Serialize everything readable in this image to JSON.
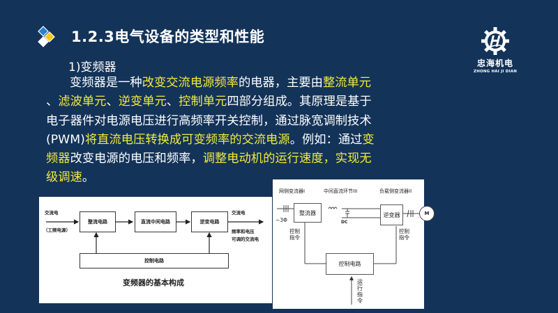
{
  "slide": {
    "title": "1.2.3电气设备的类型和性能",
    "title_icon": "diamond-cluster-icon",
    "colors": {
      "background": "#133359",
      "text": "#ffffff",
      "highlight": "#f2ea3a",
      "icon_blue": "#2a7fd0",
      "icon_yellow": "#f5c518",
      "icon_white": "#ffffff"
    }
  },
  "logo": {
    "icon": "gear-h-logo-icon",
    "name_cn": "忠海机电",
    "name_en": "ZHONG HAI JI DIAN"
  },
  "content": {
    "subheading": "1)变频器",
    "paragraph_lines": [
      [
        {
          "text": "变频器是一种",
          "highlight": false
        },
        {
          "text": "改变交流电源频率",
          "highlight": true
        },
        {
          "text": "的电器，主要由",
          "highlight": false
        },
        {
          "text": "整流单元",
          "highlight": true
        }
      ],
      [
        {
          "text": "、",
          "highlight": false
        },
        {
          "text": "滤波单元",
          "highlight": true
        },
        {
          "text": "、",
          "highlight": false
        },
        {
          "text": "逆变单元",
          "highlight": true
        },
        {
          "text": "、",
          "highlight": false
        },
        {
          "text": "控制单元",
          "highlight": true
        },
        {
          "text": "四部分组成。其原理是基于",
          "highlight": false
        }
      ],
      [
        {
          "text": "电子器件对电源电压进行高频率开关控制，通过脉宽调制技术",
          "highlight": false
        }
      ],
      [
        {
          "text": "(PWM)",
          "highlight": false
        },
        {
          "text": "将直流电压转换成可变频率的交流电源",
          "highlight": true
        },
        {
          "text": "。例如：通过",
          "highlight": false
        },
        {
          "text": "变",
          "highlight": true
        }
      ],
      [
        {
          "text": "频器",
          "highlight": true
        },
        {
          "text": "改变电源的电压和频率，",
          "highlight": false
        },
        {
          "text": "调整电动机的运行速度，实现无",
          "highlight": true
        }
      ],
      [
        {
          "text": "级调速",
          "highlight": true
        },
        {
          "text": "。",
          "highlight": false
        }
      ]
    ]
  },
  "diagram_basic": {
    "caption": "变频器的基本构成",
    "input_label_1": "交流电",
    "input_label_2": "（工频电源）",
    "boxes": [
      "整流电路",
      "直流中间电路",
      "逆变电路"
    ],
    "control_box": "控制电路",
    "output_label_1": "交流电",
    "output_label_2": "频率和电压",
    "output_label_3": "可调的交流电"
  },
  "diagram_detail": {
    "header_left": "网侧变流器I",
    "header_mid": "中间直流环节III",
    "header_right": "负载侧变流器II",
    "rectifier": "整流器",
    "inverter": "逆变器",
    "control": "控制电路",
    "dc_label": "DC",
    "input_label": "~3Φ",
    "motor_label": "M",
    "cmd_left": "控制指令",
    "cmd_right": "控制指令",
    "run_cmd": "运行指令"
  }
}
